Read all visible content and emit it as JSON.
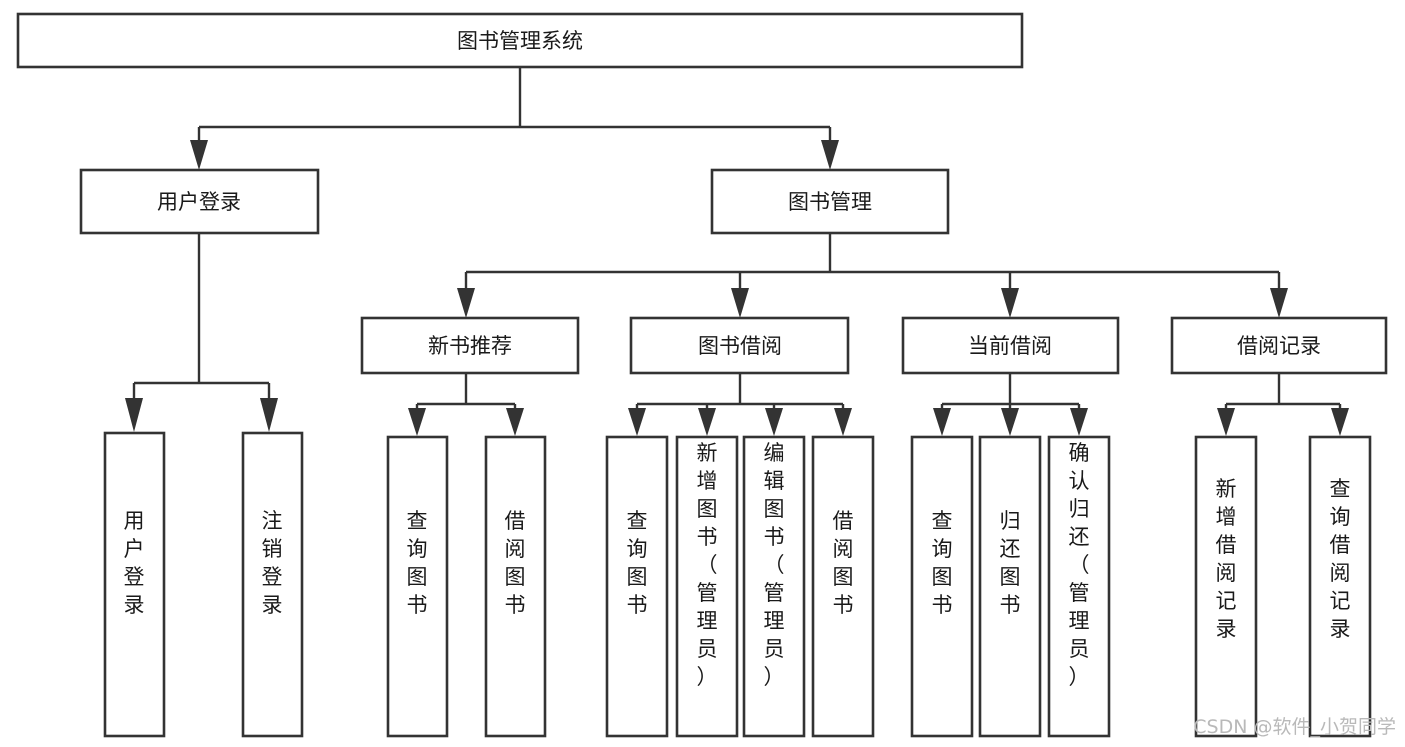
{
  "diagram": {
    "title": "图书管理系统",
    "type": "tree-hierarchy-diagram",
    "orientation": "top-down",
    "colors": {
      "box_stroke": "#333333",
      "box_fill": "#ffffff",
      "text": "#1a1a1a",
      "connector": "#333333",
      "watermark": "#b9b9b9",
      "background": "#ffffff"
    },
    "root": {
      "label": "图书管理系统"
    },
    "level2": [
      {
        "label": "用户登录"
      },
      {
        "label": "图书管理"
      }
    ],
    "level3": [
      {
        "label": "新书推荐"
      },
      {
        "label": "图书借阅"
      },
      {
        "label": "当前借阅"
      },
      {
        "label": "借阅记录"
      }
    ],
    "leaves": {
      "user_login": [
        {
          "label": "用户登录"
        },
        {
          "label": "注销登录"
        }
      ],
      "new_book_recommend": [
        {
          "label": "查询图书"
        },
        {
          "label": "借阅图书"
        }
      ],
      "book_borrow": [
        {
          "label": "查询图书"
        },
        {
          "label": "新增图书（管理员）"
        },
        {
          "label": "编辑图书（管理员）"
        },
        {
          "label": "借阅图书"
        }
      ],
      "current_borrow": [
        {
          "label": "查询图书"
        },
        {
          "label": "归还图书"
        },
        {
          "label": "确认归还（管理员）"
        }
      ],
      "borrow_record": [
        {
          "label": "新增借阅记录"
        },
        {
          "label": "查询借阅记录"
        }
      ]
    }
  },
  "watermark": {
    "text": "CSDN @软件_小贺同学"
  }
}
